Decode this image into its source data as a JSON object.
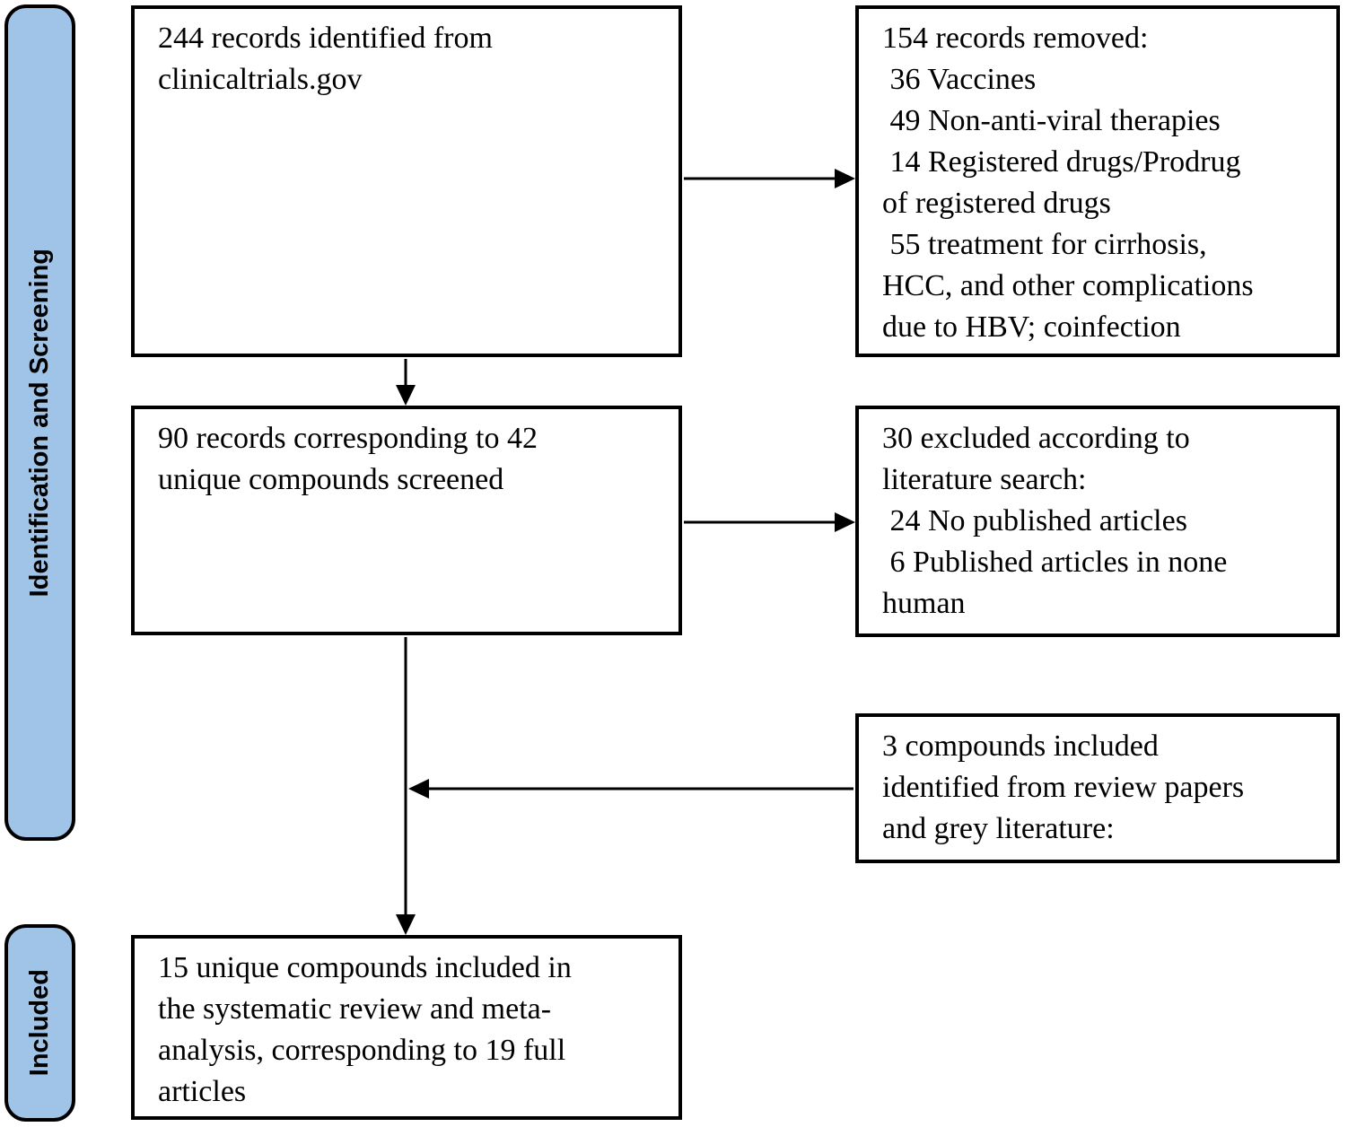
{
  "sidebar": {
    "fill_color": "#a0c4e8",
    "stages": [
      {
        "id": "identification-screening",
        "label": "Identification and Screening"
      },
      {
        "id": "included",
        "label": "Included"
      }
    ]
  },
  "flow": {
    "boxes": [
      {
        "id": "records-identified",
        "text": "244 records identified from\nclinicaltrials.gov"
      },
      {
        "id": "records-removed",
        "text": "154 records removed:\n 36 Vaccines\n 49 Non-anti-viral therapies\n 14 Registered drugs/Prodrug\nof registered drugs\n 55 treatment for cirrhosis,\nHCC, and other complications\ndue to HBV; coinfection"
      },
      {
        "id": "records-screened",
        "text": "90 records corresponding to 42\nunique compounds screened"
      },
      {
        "id": "records-excluded",
        "text": "30 excluded according to\nliterature search:\n 24 No published articles\n 6 Published articles in none\nhuman"
      },
      {
        "id": "grey-literature-included",
        "text": "3 compounds included\nidentified from review papers\nand grey literature:"
      },
      {
        "id": "final-included",
        "text": "15 unique compounds included in\nthe systematic review and meta-\nanalysis, corresponding to 19 full\narticles"
      }
    ]
  }
}
